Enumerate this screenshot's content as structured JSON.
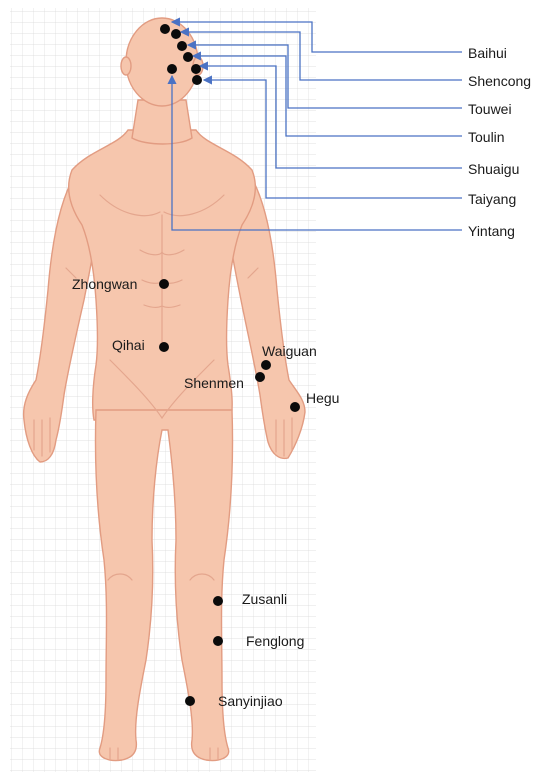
{
  "colors": {
    "skin": "#f6c6ad",
    "skin_outline": "#e29c82",
    "grid": "#d8d8d8",
    "callout": "#4a72c4",
    "point": "#0b0b0b"
  },
  "acupoints": {
    "head": [
      {
        "name": "Baihui",
        "icon": "point-dot"
      },
      {
        "name": "Shencong",
        "icon": "point-dot"
      },
      {
        "name": "Touwei",
        "icon": "point-dot"
      },
      {
        "name": "Toulin",
        "icon": "point-dot"
      },
      {
        "name": "Shuaigu",
        "icon": "point-dot"
      },
      {
        "name": "Taiyang",
        "icon": "point-dot"
      },
      {
        "name": "Yintang",
        "icon": "point-dot"
      }
    ],
    "trunk": [
      {
        "name": "Zhongwan"
      },
      {
        "name": "Qihai"
      }
    ],
    "arm": [
      {
        "name": "Waiguan"
      },
      {
        "name": "Shenmen"
      },
      {
        "name": "Hegu"
      }
    ],
    "leg": [
      {
        "name": "Zusanli"
      },
      {
        "name": "Fenglong"
      },
      {
        "name": "Sanyinjiao"
      }
    ]
  }
}
